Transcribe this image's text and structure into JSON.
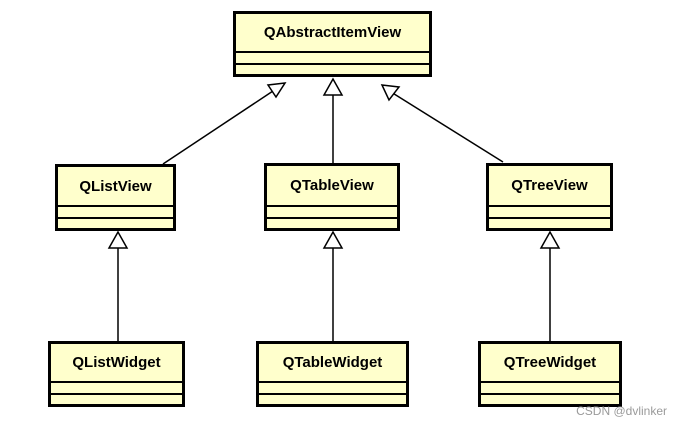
{
  "diagram": {
    "classes": {
      "abstract": "QAbstractItemView",
      "list_view": "QListView",
      "table_view": "QTableView",
      "tree_view": "QTreeView",
      "list_widget": "QListWidget",
      "table_widget": "QTableWidget",
      "tree_widget": "QTreeWidget"
    },
    "relations": [
      {
        "from": "QListView",
        "to": "QAbstractItemView",
        "type": "inheritance"
      },
      {
        "from": "QTableView",
        "to": "QAbstractItemView",
        "type": "inheritance"
      },
      {
        "from": "QTreeView",
        "to": "QAbstractItemView",
        "type": "inheritance"
      },
      {
        "from": "QListWidget",
        "to": "QListView",
        "type": "inheritance"
      },
      {
        "from": "QTableWidget",
        "to": "QTableView",
        "type": "inheritance"
      },
      {
        "from": "QTreeWidget",
        "to": "QTreeView",
        "type": "inheritance"
      }
    ],
    "colors": {
      "box_fill": "#ffffcc",
      "stroke": "#000000",
      "watermark": "#9a9a9a"
    }
  },
  "watermark": "CSDN @dvlinker"
}
